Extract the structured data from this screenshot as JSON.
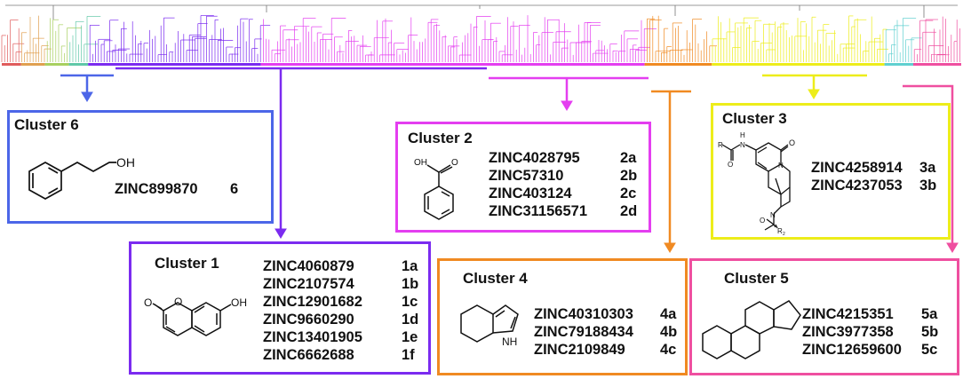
{
  "colors": {
    "cluster1": "#7b2bf0",
    "cluster2": "#e43ef0",
    "cluster3": "#eded1a",
    "cluster4": "#f08a22",
    "cluster5": "#ef4fa0",
    "cluster6": "#4c66e8"
  },
  "dendrogram": {
    "color_bands": [
      "#e05c5c",
      "#e0a050",
      "#a8d060",
      "#60c8a8",
      "#7b2bf0",
      "#e43ef0",
      "#f08a22",
      "#eded1a",
      "#60d0d0",
      "#ef4fa0"
    ]
  },
  "clusters": {
    "c6": {
      "title": "Cluster 6",
      "atom_oh": "OH",
      "rows": [
        {
          "id": "ZINC899870",
          "label": "6"
        }
      ]
    },
    "c2": {
      "title": "Cluster 2",
      "atom_o1": "O",
      "atom_oh": "OH",
      "rows": [
        {
          "id": "ZINC4028795",
          "label": "2a"
        },
        {
          "id": "ZINC57310",
          "label": "2b"
        },
        {
          "id": "ZINC403124",
          "label": "2c"
        },
        {
          "id": "ZINC31156571",
          "label": "2d"
        }
      ]
    },
    "c3": {
      "title": "Cluster 3",
      "atom_r1": "R",
      "atom_nh": "H",
      "atom_n1": "N",
      "atom_o1": "O",
      "atom_o2": "O",
      "atom_n2": "N",
      "atom_n3": "N",
      "atom_o3": "O",
      "atom_r2": "R",
      "atom_r2_sub": "2",
      "rows": [
        {
          "id": "ZINC4258914",
          "label": "3a"
        },
        {
          "id": "ZINC4237053",
          "label": "3b"
        }
      ]
    },
    "c1": {
      "title": "Cluster 1",
      "atom_o1": "O",
      "atom_o2": "O",
      "atom_oh": "OH",
      "rows": [
        {
          "id": "ZINC4060879",
          "label": "1a"
        },
        {
          "id": "ZINC2107574",
          "label": "1b"
        },
        {
          "id": "ZINC12901682",
          "label": "1c"
        },
        {
          "id": "ZINC9660290",
          "label": "1d"
        },
        {
          "id": "ZINC13401905",
          "label": "1e"
        },
        {
          "id": "ZINC6662688",
          "label": "1f"
        }
      ]
    },
    "c4": {
      "title": "Cluster 4",
      "atom_nh": "NH",
      "rows": [
        {
          "id": "ZINC40310303",
          "label": "4a"
        },
        {
          "id": "ZINC79188434",
          "label": "4b"
        },
        {
          "id": "ZINC2109849",
          "label": "4c"
        }
      ]
    },
    "c5": {
      "title": "Cluster 5",
      "rows": [
        {
          "id": "ZINC4215351",
          "label": "5a"
        },
        {
          "id": "ZINC3977358",
          "label": "5b"
        },
        {
          "id": "ZINC12659600",
          "label": "5c"
        }
      ]
    }
  }
}
